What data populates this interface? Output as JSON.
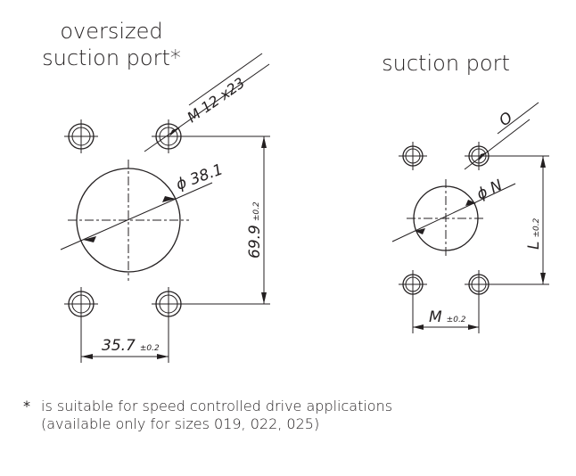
{
  "left_view": {
    "title_line1": "oversized",
    "title_line2": "suction port*",
    "thread_label": "M 12 x23",
    "diameter_label": "ϕ 38.1",
    "height_label": "69.9",
    "height_tol": "±0.2",
    "width_label": "35.7",
    "width_tol": "±0.2"
  },
  "right_view": {
    "title": "suction port",
    "thread_label": "O",
    "diameter_label": "ϕ N",
    "height_label": "L",
    "height_tol": "±0.2",
    "width_label": "M",
    "width_tol": "±0.2"
  },
  "footnote": {
    "marker": "*",
    "line1": "is suitable for speed controlled drive applications",
    "line2": "(available only for sizes 019, 022, 025)"
  }
}
